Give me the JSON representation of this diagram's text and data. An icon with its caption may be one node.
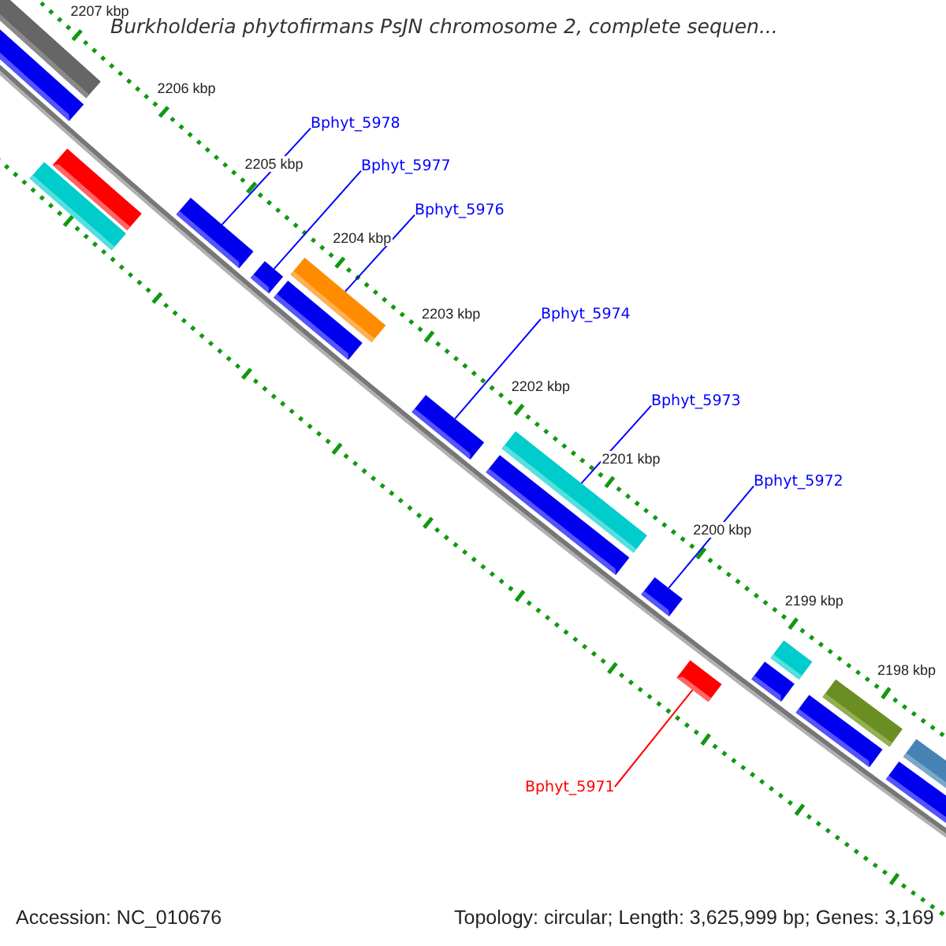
{
  "diagram": {
    "title": "Burkholderia phytofirmans PsJN chromosome 2, complete sequen...",
    "nodes": [
      {
        "text": [
          "Bphyt_5978"
        ]
      },
      {
        "text": [
          "Bphyt_5977"
        ]
      },
      {
        "text": [
          "Bphyt_5976"
        ]
      },
      {
        "text": [
          "Bphyt_5974"
        ]
      },
      {
        "text": [
          "Bphyt_5973"
        ]
      },
      {
        "text": [
          "Bphyt_5972"
        ]
      },
      {
        "text": [
          "Bphyt_5971"
        ]
      },
      {
        "text": [],
        "shape": "bar"
      },
      {
        "text": [],
        "shape": "arrow"
      },
      {
        "text": [],
        "shape": "bar"
      },
      {
        "text": [],
        "shape": "arrow"
      },
      {
        "text": [],
        "shape": "arrow"
      },
      {
        "text": [],
        "shape": "arrow"
      },
      {
        "text": [],
        "shape": "arrow"
      },
      {
        "text": [],
        "shape": "bar"
      },
      {
        "text": [],
        "shape": "arrow"
      },
      {
        "text": [],
        "shape": "arrow"
      },
      {
        "text": [],
        "shape": "bar"
      },
      {
        "text": [],
        "shape": "arrow"
      },
      {
        "text": [],
        "shape": "arrow"
      },
      {
        "text": [],
        "shape": "arrow"
      },
      {
        "text": [],
        "shape": "bar"
      },
      {
        "text": [],
        "shape": "arrow"
      },
      {
        "text": [],
        "shape": "bar"
      },
      {
        "text": [],
        "shape": "arrow"
      },
      {
        "text": [],
        "shape": "bar"
      }
    ],
    "edges": [
      {
        "from": 0,
        "to": 11,
        "arrow": "none"
      },
      {
        "from": 1,
        "to": 12,
        "arrow": "none"
      },
      {
        "from": 2,
        "to": 14,
        "arrow": "none"
      },
      {
        "from": 3,
        "to": 15,
        "arrow": "none"
      },
      {
        "from": 4,
        "to": 17,
        "arrow": "none"
      },
      {
        "from": 5,
        "to": 18,
        "arrow": "none"
      },
      {
        "from": 6,
        "to": 19,
        "arrow": "none",
        "color": "#ff0000"
      }
    ],
    "labels": [
      "2207 kbp",
      "2206 kbp",
      "2205 kbp",
      "2204 kbp",
      "2203 kbp",
      "2202 kbp",
      "2201 kbp",
      "2200 kbp",
      "2199 kbp",
      "2198 kbp",
      "Accession: NC_010676",
      "Topology: circular; Length: 3,625,999 bp; Genes: 3,169"
    ]
  }
}
